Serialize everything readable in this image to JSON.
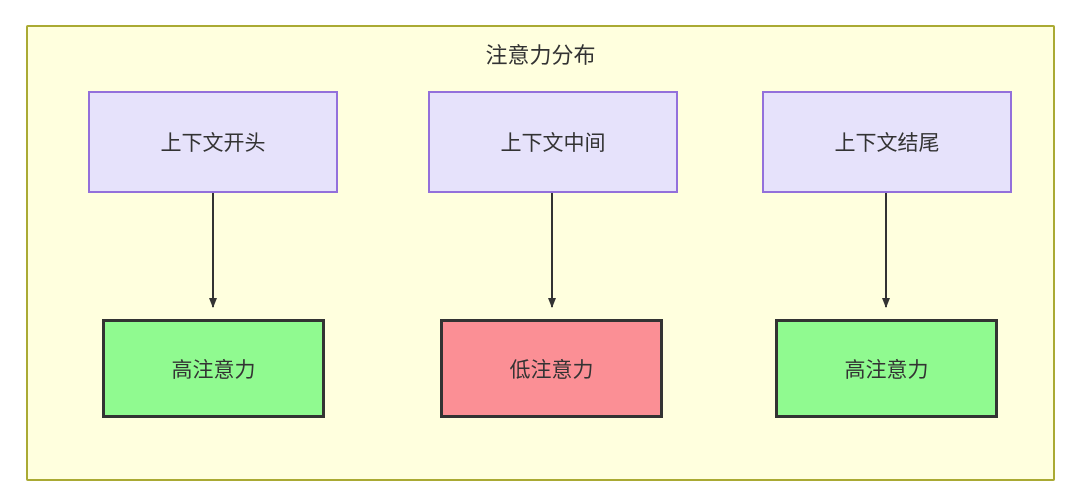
{
  "diagram": {
    "title": "注意力分布",
    "colors": {
      "cluster_fill": "#ffffde",
      "cluster_border": "#aaaa33",
      "top_node_fill": "#e6e2fb",
      "top_node_border": "#9370db",
      "high_attention_fill": "#90fa90",
      "low_attention_fill": "#fb8f95",
      "node_border": "#333333",
      "edge": "#333333",
      "text": "#333333"
    },
    "top_nodes": [
      {
        "id": "context-start",
        "label": "上下文开头"
      },
      {
        "id": "context-middle",
        "label": "上下文中间"
      },
      {
        "id": "context-end",
        "label": "上下文结尾"
      }
    ],
    "bottom_nodes": [
      {
        "id": "high-attention-start",
        "label": "高注意力",
        "fill": "green"
      },
      {
        "id": "low-attention-middle",
        "label": "低注意力",
        "fill": "pink"
      },
      {
        "id": "high-attention-end",
        "label": "高注意力",
        "fill": "green"
      }
    ],
    "edges": [
      {
        "from": "context-start",
        "to": "high-attention-start"
      },
      {
        "from": "context-middle",
        "to": "low-attention-middle"
      },
      {
        "from": "context-end",
        "to": "high-attention-end"
      }
    ]
  }
}
